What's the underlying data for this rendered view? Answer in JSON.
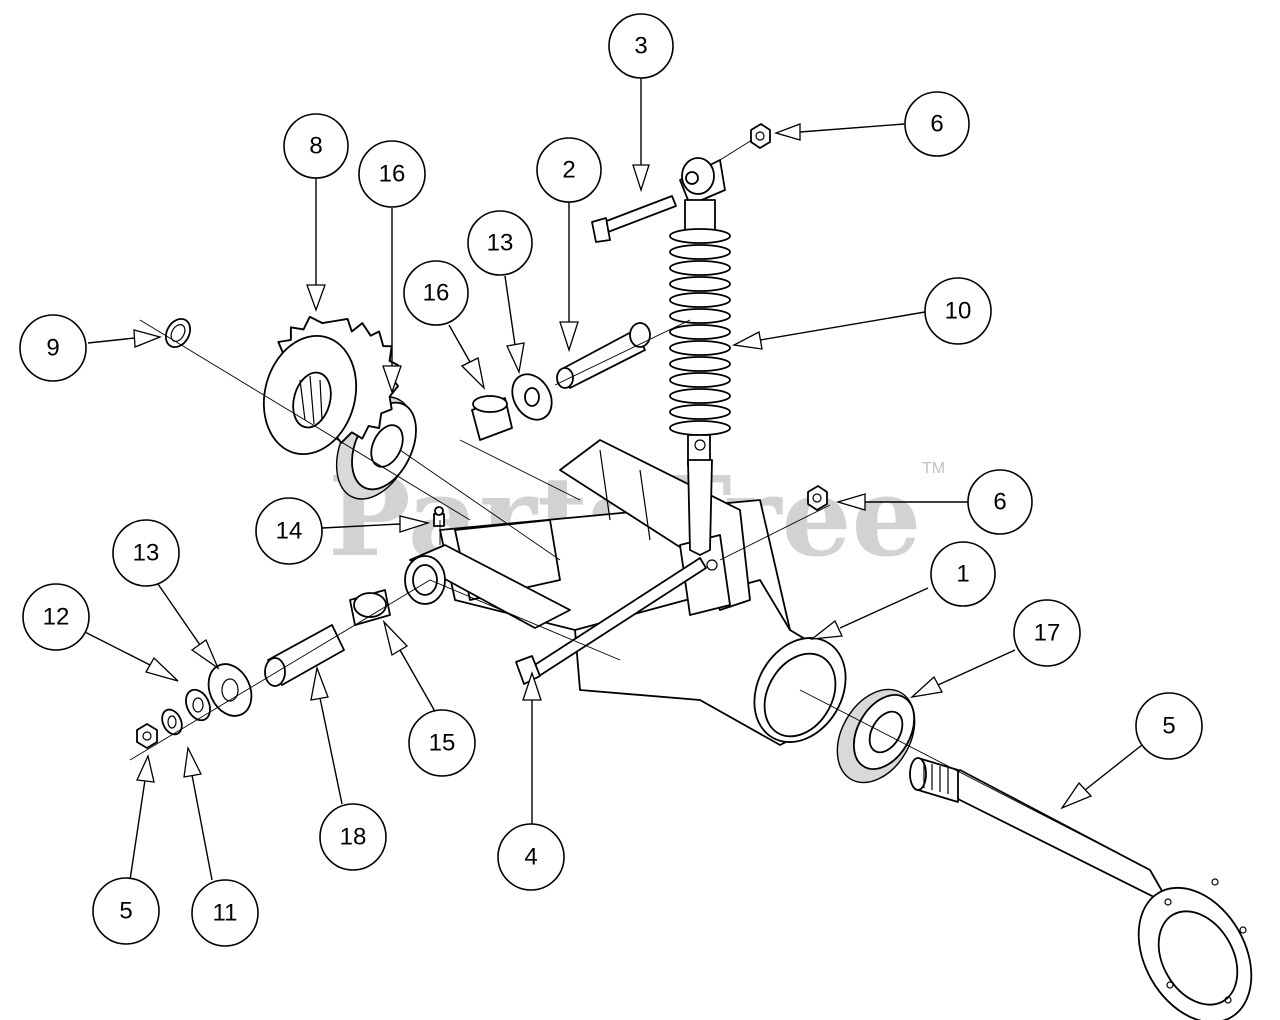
{
  "watermark": {
    "text": "PartsTree",
    "trademark": "TM"
  },
  "callouts": [
    {
      "id": "callout-3",
      "label": "3"
    },
    {
      "id": "callout-6a",
      "label": "6"
    },
    {
      "id": "callout-8",
      "label": "8"
    },
    {
      "id": "callout-16a",
      "label": "16"
    },
    {
      "id": "callout-2",
      "label": "2"
    },
    {
      "id": "callout-13a",
      "label": "13"
    },
    {
      "id": "callout-16b",
      "label": "16"
    },
    {
      "id": "callout-10",
      "label": "10"
    },
    {
      "id": "callout-9",
      "label": "9"
    },
    {
      "id": "callout-14",
      "label": "14"
    },
    {
      "id": "callout-6b",
      "label": "6"
    },
    {
      "id": "callout-13b",
      "label": "13"
    },
    {
      "id": "callout-1",
      "label": "1"
    },
    {
      "id": "callout-12",
      "label": "12"
    },
    {
      "id": "callout-17",
      "label": "17"
    },
    {
      "id": "callout-5a",
      "label": "5"
    },
    {
      "id": "callout-15",
      "label": "15"
    },
    {
      "id": "callout-18",
      "label": "18"
    },
    {
      "id": "callout-4",
      "label": "4"
    },
    {
      "id": "callout-5b",
      "label": "5"
    },
    {
      "id": "callout-11",
      "label": "11"
    }
  ]
}
